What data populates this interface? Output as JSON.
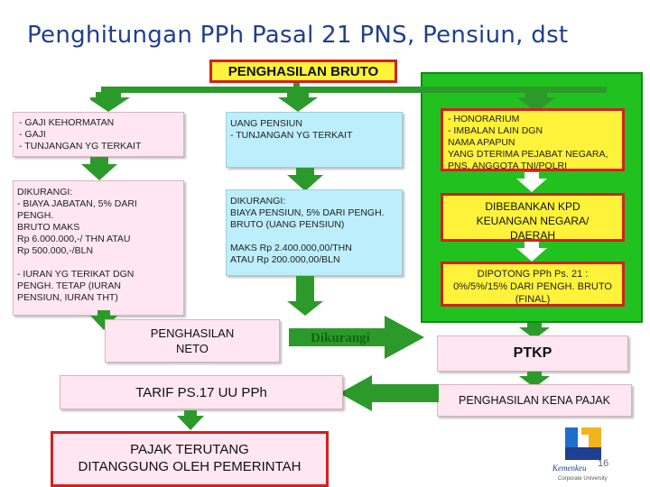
{
  "title": "Penghitungan PPh Pasal 21 PNS, Pensiun, dst",
  "bruto": "PENGHASILAN BRUTO",
  "left_income": [
    "GAJI KEHORMATAN",
    "GAJI",
    "TUNJANGAN YG TERKAIT"
  ],
  "left_deduct": "DIKURANGI:\n- BIAYA JABATAN, 5% DARI\n  PENGH.\n  BRUTO MAKS\n  Rp 6.000.000,-/ THN  ATAU\n  Rp 500.000,-/BLN\n\n- IURAN YG TERIKAT DGN\n  PENGH. TETAP (IURAN\n  PENSIUN, IURAN THT)",
  "mid_income": "  UANG PENSIUN\n- TUNJANGAN YG TERKAIT",
  "mid_deduct": "DIKURANGI:\nBIAYA PENSIUN, 5% DARI PENGH.\nBRUTO (UANG PENSIUN)\n\nMAKS  Rp 2.400.000,00/THN\nATAU Rp 200.000,00/BLN",
  "right_income": "- HONORARIUM\n- IMBALAN LAIN DGN\n  NAMA APAPUN\nYANG DTERIMA PEJABAT NEGARA,\nPNS, ANGGOTA TNI/POLRI",
  "right_beban": "DIBEBANKAN KPD\nKEUANGAN NEGARA/\nDAERAH",
  "right_potong": "DIPOTONG PPh Ps. 21 :\n0%/5%/15% DARI PENGH. BRUTO\n(FINAL)",
  "neto": "PENGHASILAN\nNETO",
  "dikurangi": "Dikurangi",
  "ptkp": "PTKP",
  "pkp": "PENGHASILAN KENA PAJAK",
  "tarif": "TARIF PS.17 UU PPh",
  "pajak": "PAJAK TERUTANG\nDITANGGUNG OLEH PEMERINTAH",
  "logo_text": "Kemenkeu",
  "logo_sub": "Corporate University",
  "page_number": "16",
  "colors": {
    "title": "#1f3f8f",
    "green": "#21c21f",
    "yellow": "#fff23a",
    "red": "#d42020",
    "pink": "#ffe6f0",
    "cyan": "#bdeefc",
    "arrow": "#2b9a2b"
  }
}
